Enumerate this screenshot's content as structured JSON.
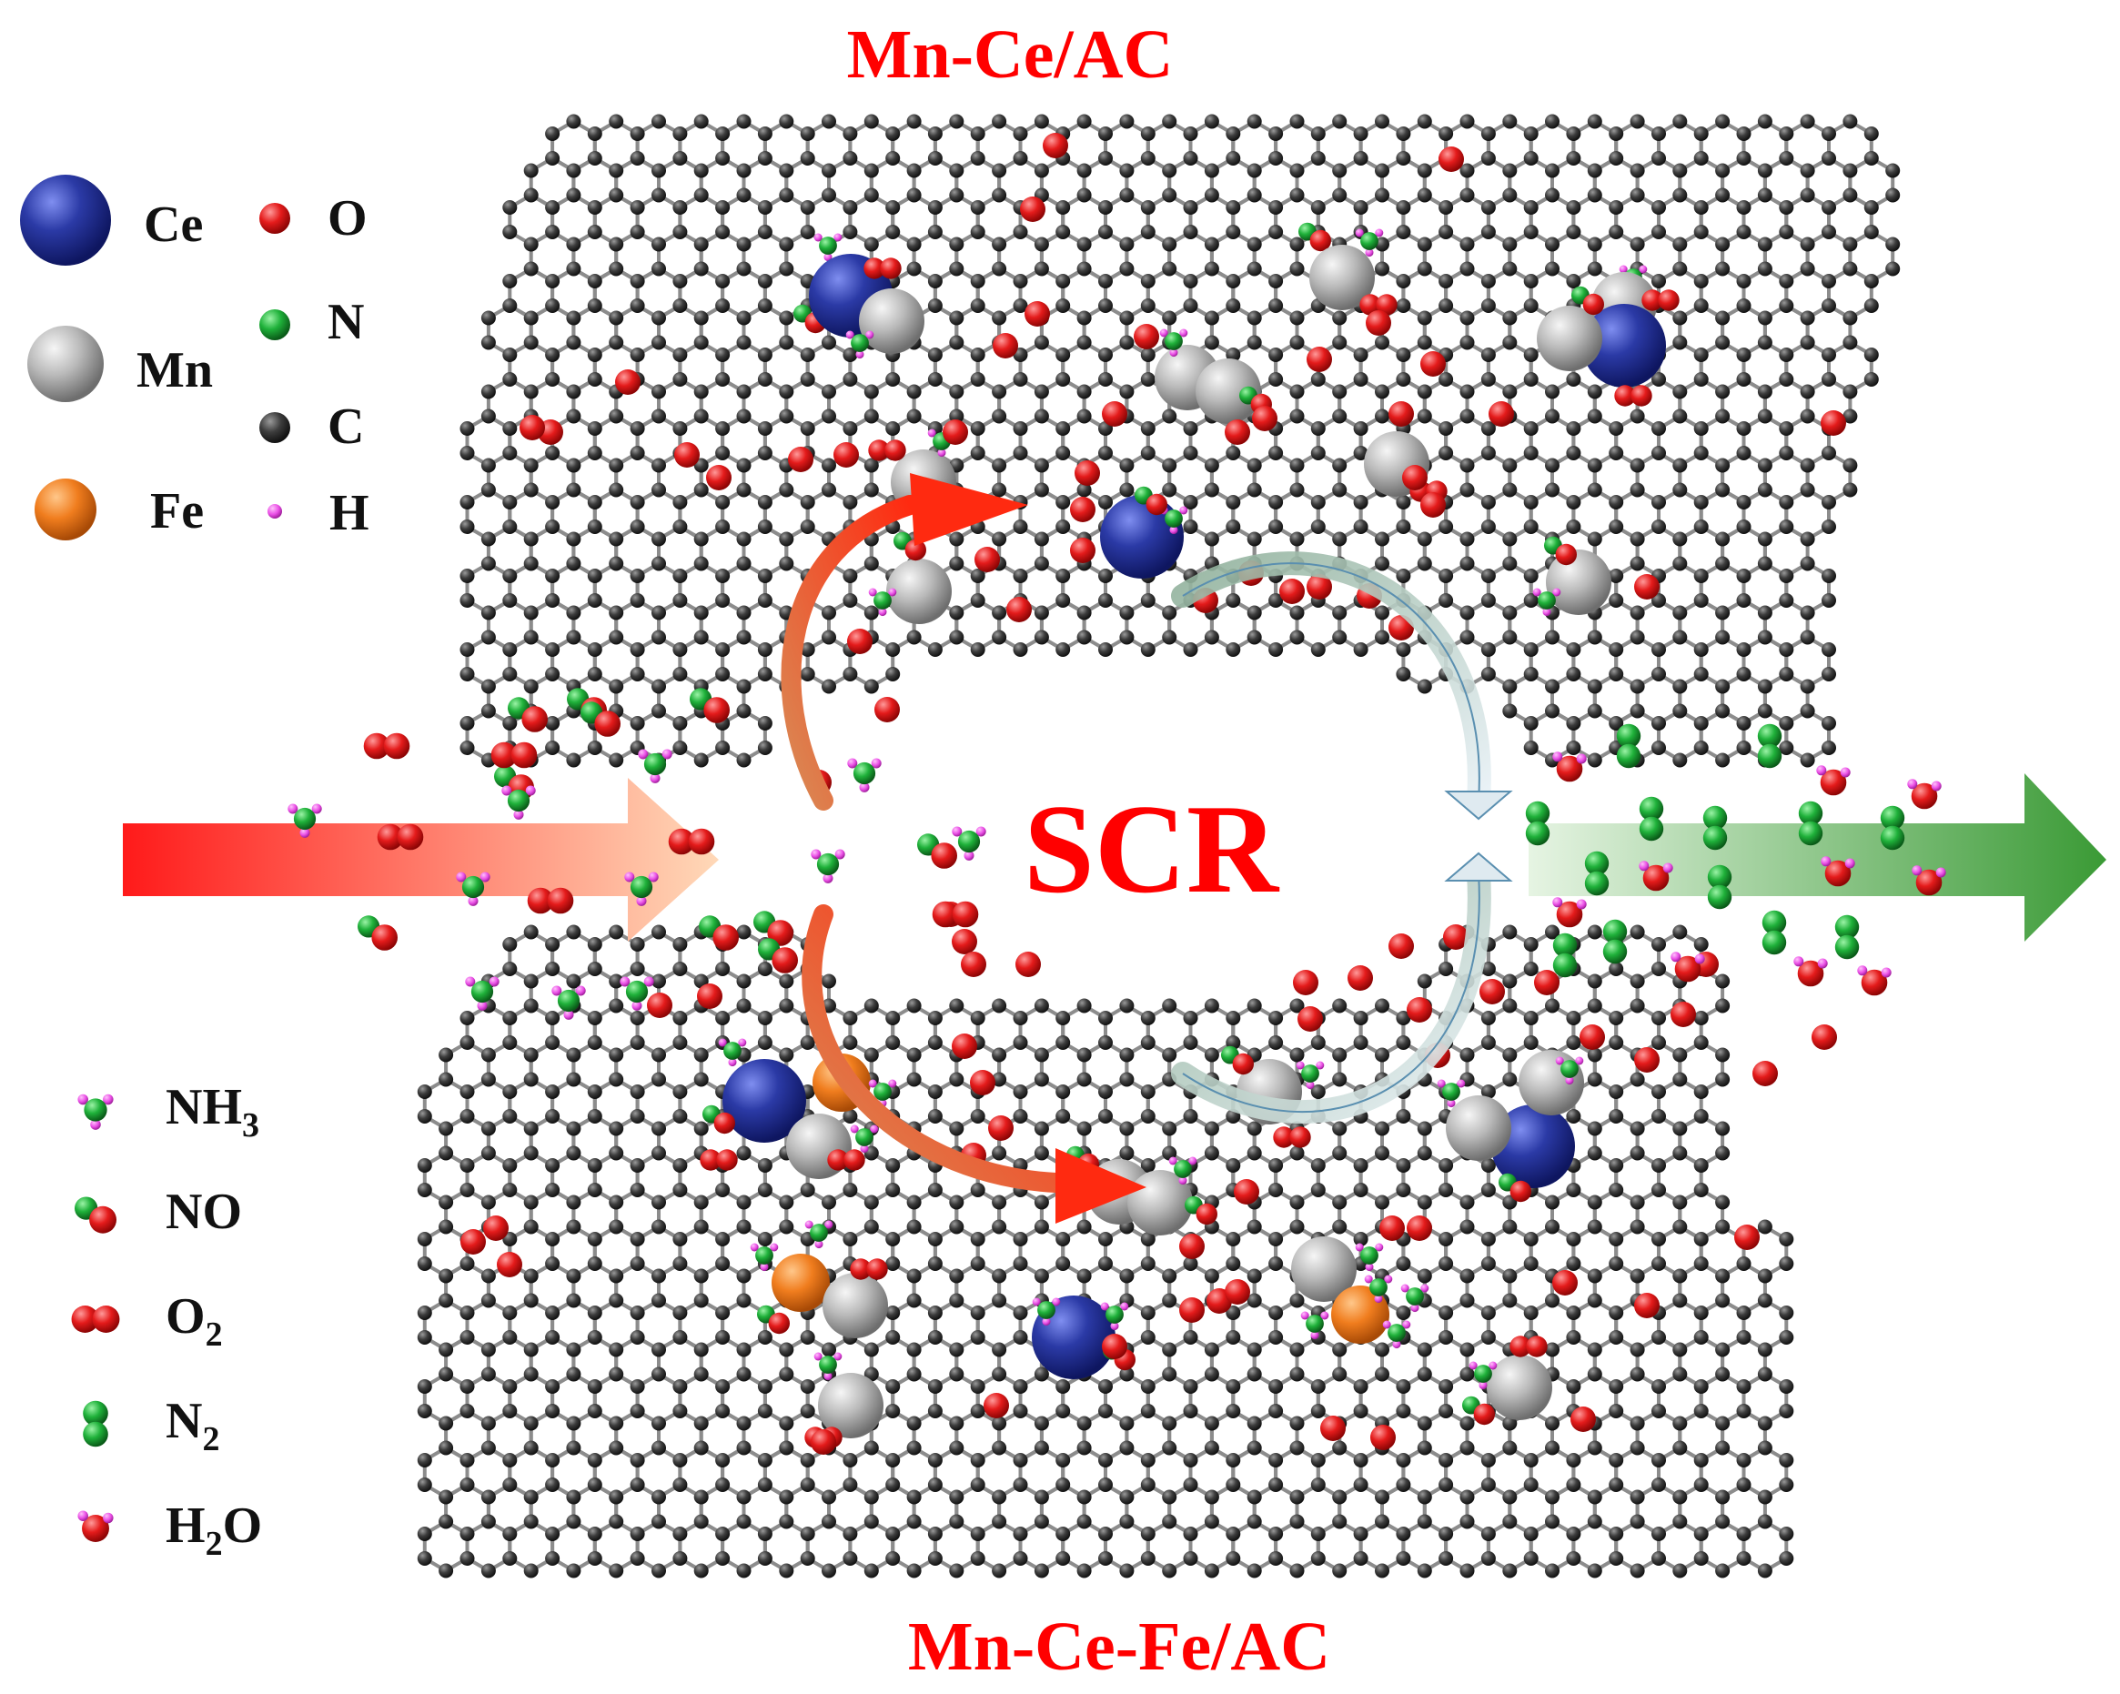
{
  "figure": {
    "top_label": "Mn-Ce/AC",
    "bottom_label": "Mn-Ce-Fe/AC",
    "center_label": "SCR",
    "label_color": "#ff0000"
  },
  "atom_legend": [
    {
      "symbol": "Ce",
      "color": "#2b3aa6",
      "size": "large"
    },
    {
      "symbol": "Mn",
      "color": "#b9b9b9",
      "size": "large"
    },
    {
      "symbol": "Fe",
      "color": "#f07d1e",
      "size": "medium"
    },
    {
      "symbol": "O",
      "color": "#e41b1b",
      "size": "small"
    },
    {
      "symbol": "N",
      "color": "#1fb13a",
      "size": "small"
    },
    {
      "symbol": "C",
      "color": "#3d3d3d",
      "size": "small"
    },
    {
      "symbol": "H",
      "color": "#ea4fe6",
      "size": "tiny"
    }
  ],
  "molecule_legend": [
    {
      "formula": "NH",
      "sub": "3",
      "suffix": "",
      "icon": "nh3"
    },
    {
      "formula": "NO",
      "sub": "",
      "suffix": "",
      "icon": "no"
    },
    {
      "formula": "O",
      "sub": "2",
      "suffix": "",
      "icon": "o2"
    },
    {
      "formula": "N",
      "sub": "2",
      "suffix": "",
      "icon": "n2"
    },
    {
      "formula": "H",
      "sub": "2",
      "suffix": "O",
      "icon": "h2o"
    }
  ],
  "arrows": {
    "inlet": {
      "color_start": "#ff1a1a",
      "color_end": "#ffd9b8"
    },
    "outlet": {
      "color_start": "#e6f4e3",
      "color_end": "#3a9a35"
    }
  }
}
